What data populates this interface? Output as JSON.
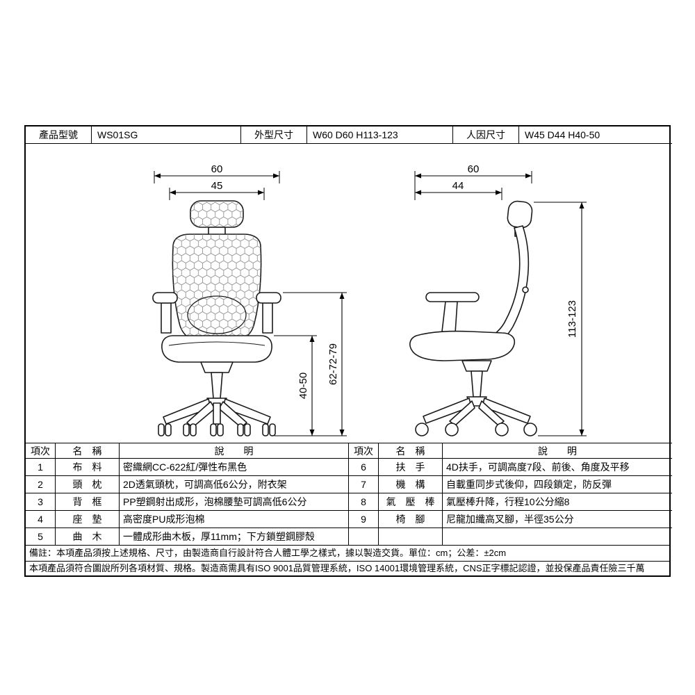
{
  "header": {
    "model_label": "產品型號",
    "model_value": "WS01SG",
    "outer_label": "外型尺寸",
    "outer_value": "W60 D60 H113-123",
    "human_label": "人因尺寸",
    "human_value": "W45 D44 H40-50"
  },
  "drawing": {
    "front": {
      "overall_width": "60",
      "seat_width": "45",
      "seat_height_range": "40-50",
      "armrest_height_range": "62-72-79"
    },
    "side": {
      "overall_depth": "60",
      "seat_depth": "44",
      "overall_height_range": "113-123"
    }
  },
  "spec_table": {
    "headers": {
      "item": "項次",
      "name": "名　稱",
      "desc": "說　　明"
    },
    "left_rows": [
      {
        "no": "1",
        "name": "布　料",
        "desc": "密織網CC-622紅/彈性布黑色"
      },
      {
        "no": "2",
        "name": "頭　枕",
        "desc": "2D透氣頭枕，可調高低6公分，附衣架"
      },
      {
        "no": "3",
        "name": "背　框",
        "desc": "PP塑鋼射出成形，泡棉腰墊可調高低6公分"
      },
      {
        "no": "4",
        "name": "座　墊",
        "desc": "高密度PU成形泡棉"
      },
      {
        "no": "5",
        "name": "曲　木",
        "desc": "一體成形曲木板，厚11mm；下方鎖塑鋼膠殼"
      }
    ],
    "right_rows": [
      {
        "no": "6",
        "name": "扶　手",
        "desc": "4D扶手，可調高度7段、前後、角度及平移"
      },
      {
        "no": "7",
        "name": "機　構",
        "desc": "自載重同步式後仰，四段鎖定，防反彈"
      },
      {
        "no": "8",
        "name": "氣　壓　棒",
        "desc": "氣壓棒升降，行程10公分縮8"
      },
      {
        "no": "9",
        "name": "椅　腳",
        "desc": "尼龍加纖高叉腳，半徑35公分"
      }
    ]
  },
  "notes": {
    "line1": "備註：本項產品須按上述規格、尺寸，由製造商自行設計符合人體工學之樣式，據以製造交貨。單位：cm；公差：±2cm",
    "line2": "本項產品須符合圖說所列各項材質、規格。製造商需具有ISO 9001品質管理系統，ISO 14001環境管理系統，CNS正字標記認證，並投保產品責任險三千萬"
  }
}
